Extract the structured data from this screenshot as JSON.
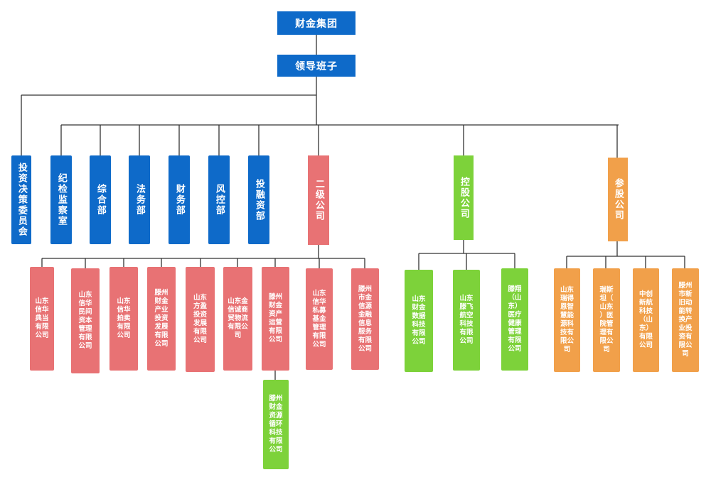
{
  "top": {
    "group": "财金集团",
    "leadership": "领导班子"
  },
  "departments": {
    "investment_committee": "投资决策委员会",
    "discipline": "纪检监察室",
    "general": "综合部",
    "legal": "法务部",
    "finance": "财务部",
    "risk": "风控部",
    "investment_finance": "投融资部"
  },
  "categories": {
    "secondary": "二级公司",
    "holding": "控股公司",
    "participating": "参股公司"
  },
  "secondary_companies": [
    "山东\n信华\n典当\n有限\n公司",
    "山东\n信华\n民间\n资本\n管理\n有限\n公司",
    "山东\n信华\n拍卖\n有限\n公司",
    "滕州\n财金\n产业\n投资\n发展\n有限\n公司",
    "山东\n方盈\n投资\n发展\n有限\n公司",
    "山东金\n信诚商\n贸物流\n有限公\n司",
    "滕州\n财金\n资产\n运营\n有限\n公司",
    "山东\n信华\n私募\n基金\n管理\n有限\n公司",
    "滕州\n市金\n信源\n金融\n信息\n服务\n有限\n公司"
  ],
  "asset_subsidiary": "滕州\n财金\n资源\n循环\n科技\n有限\n公司",
  "holding_companies": [
    "山东\n财金\n数据\n科技\n有限\n公司",
    "山东\n滕飞\n航空\n科技\n有限\n公司",
    "滕翔\n（山\n东）\n医疗\n健康\n管理\n有限\n公司"
  ],
  "participating_companies": [
    "山东\n瑞得\n恩智\n慧能\n源科\n技有\n限公\n司",
    "瑞斯\n坦（\n山东\n）医\n院管\n理有\n限公\n司",
    "中创\n新航\n科技\n（山\n东）\n有限\n公司",
    "滕州\n市新\n旧动\n能转\n换产\n业投\n资有\n限公\n司"
  ],
  "colors": {
    "blue": "#0e6ac9",
    "red": "#e87274",
    "green": "#7dd23a",
    "orange": "#f1a04a",
    "line": "#333333"
  }
}
